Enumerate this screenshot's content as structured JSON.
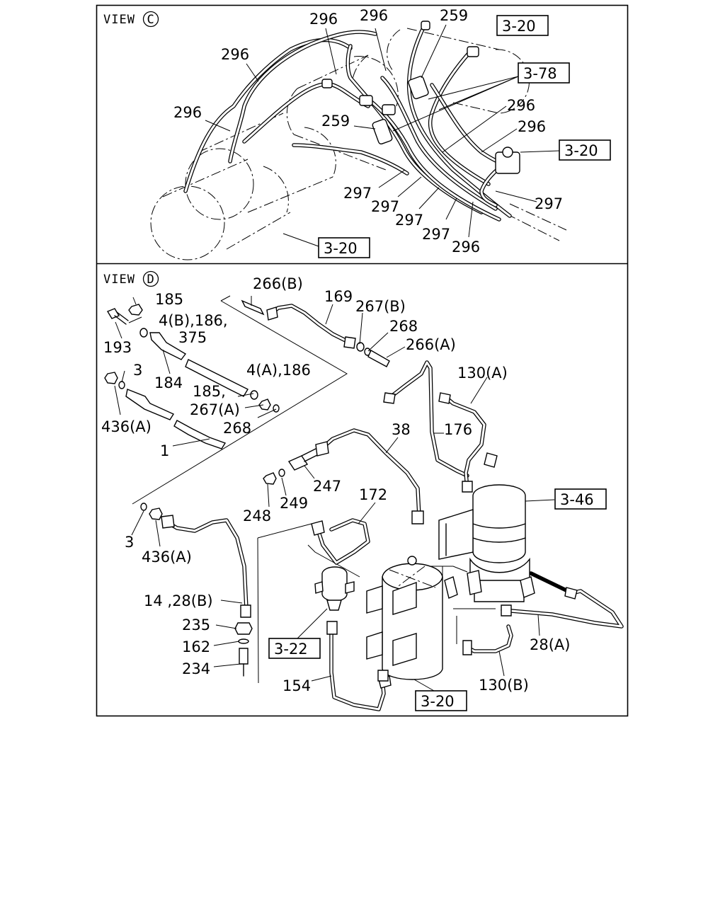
{
  "view_c": {
    "title": "VIEW",
    "circle_letter": "C",
    "labels": [
      "296",
      "296",
      "259",
      "296",
      "296",
      "296",
      "296",
      "259",
      "297",
      "297",
      "297",
      "297",
      "296",
      "297"
    ],
    "refs": [
      "3-20",
      "3-78",
      "3-20",
      "3-20"
    ]
  },
  "view_d": {
    "title": "VIEW",
    "circle_letter": "D",
    "labels": [
      "266(B)",
      "169",
      "267(B)",
      "268",
      "266(A)",
      "185",
      "4(B),186,",
      "375",
      "193",
      "184",
      "3",
      "4(A),186",
      "185,",
      "267(A)",
      "268",
      "436(A)",
      "1",
      "130(A)",
      "38",
      "176",
      "247",
      "248",
      "249",
      "172",
      "3",
      "436(A)",
      "14 ,28(B)",
      "235",
      "162",
      "234",
      "154",
      "28(A)",
      "130(B)"
    ],
    "refs": [
      "3-46",
      "3-22",
      "3-20"
    ]
  }
}
